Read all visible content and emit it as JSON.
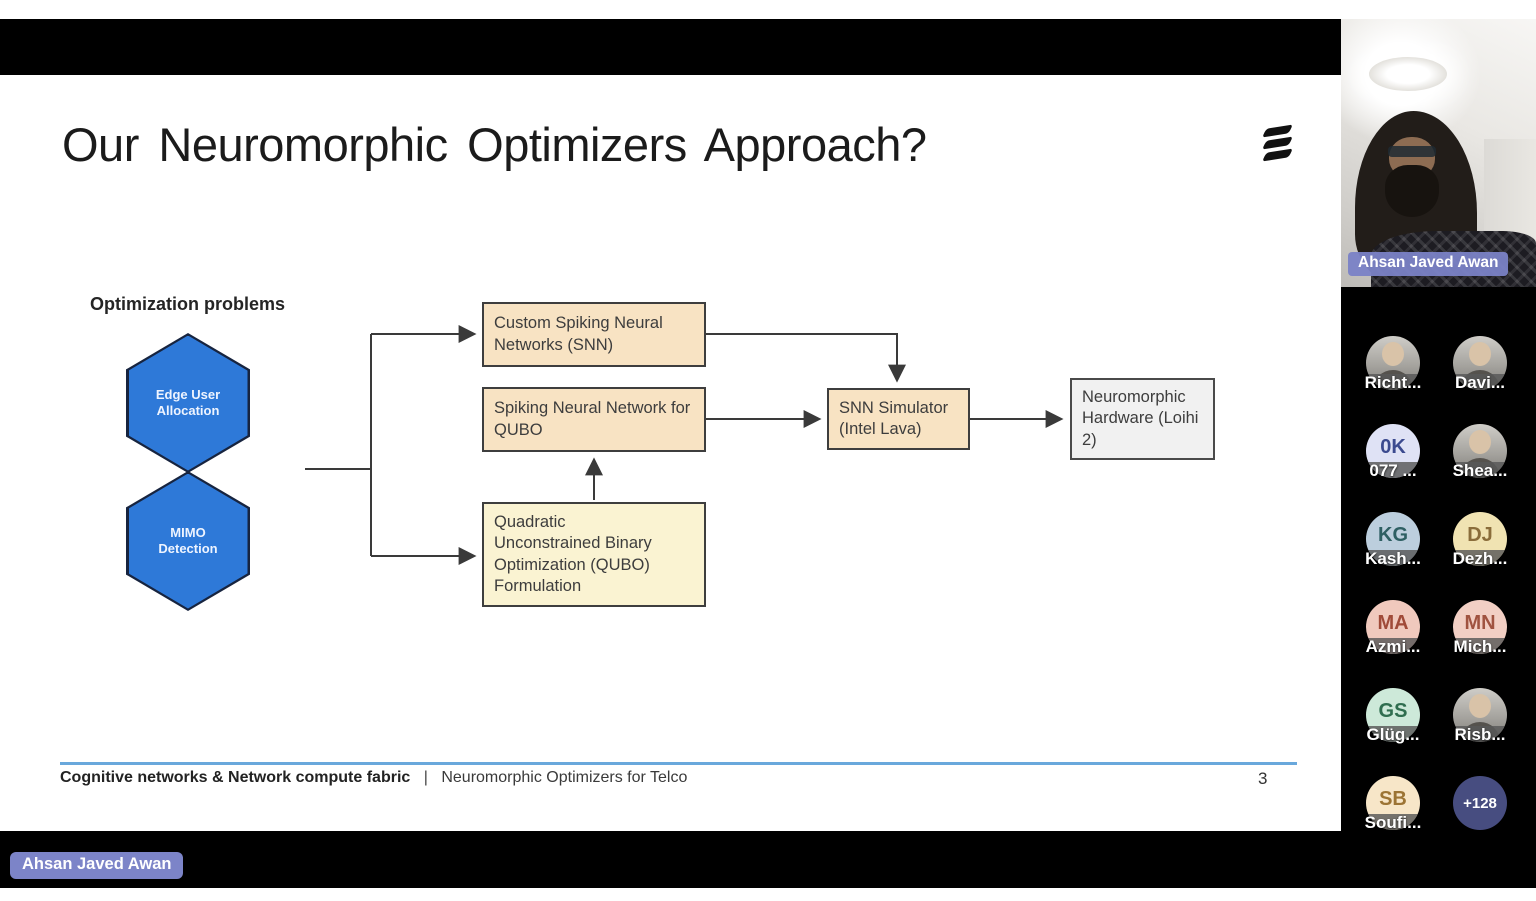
{
  "slide": {
    "title": "Our Neuromorphic Optimizers Approach?",
    "diagram": {
      "problems_label": "Optimization problems",
      "hexagons": [
        {
          "label": "Edge User\nAllocation"
        },
        {
          "label": "MIMO\nDetection"
        }
      ],
      "boxes": [
        {
          "id": "custom_snn",
          "label": "Custom Spiking Neural Networks (SNN)"
        },
        {
          "id": "snn_for_qubo",
          "label": "Spiking Neural Network for QUBO"
        },
        {
          "id": "qubo_formulation",
          "label": "Quadratic\nUnconstrained Binary\nOptimization (QUBO)\nFormulation"
        },
        {
          "id": "snn_simulator",
          "label": "SNN Simulator (Intel Lava)"
        },
        {
          "id": "neuromorphic_hardware",
          "label": "Neuromorphic Hardware (Loihi 2)"
        }
      ]
    },
    "footer": {
      "left_bold": "Cognitive networks & Network compute fabric",
      "separator": "|",
      "left_regular": "Neuromorphic Optimizers for Telco",
      "page_number": "3"
    }
  },
  "presenter_label": "Ahsan Javed Awan",
  "video_tile": {
    "name_label": "Ahsan Javed Awan"
  },
  "participants": [
    {
      "label": "Richt...",
      "type": "photo"
    },
    {
      "label": "Davi...",
      "type": "photo"
    },
    {
      "label": "077 ...",
      "type": "initials",
      "initials": "0K",
      "bg": "#dfe2f5",
      "fg": "#3b4a8f"
    },
    {
      "label": "Shea...",
      "type": "photo"
    },
    {
      "label": "Kash...",
      "type": "initials",
      "initials": "KG",
      "bg": "#bccedd",
      "fg": "#2e5f63"
    },
    {
      "label": "Dezh...",
      "type": "initials",
      "initials": "DJ",
      "bg": "#f0e3b2",
      "fg": "#8a6d3b"
    },
    {
      "label": "Azmi...",
      "type": "initials",
      "initials": "MA",
      "bg": "#f0c9bd",
      "fg": "#a04a38"
    },
    {
      "label": "Mich...",
      "type": "initials",
      "initials": "MN",
      "bg": "#f2cfc4",
      "fg": "#a05340"
    },
    {
      "label": "Glüg...",
      "type": "initials",
      "initials": "GS",
      "bg": "#cde9d9",
      "fg": "#2f6e4f"
    },
    {
      "label": "Risb...",
      "type": "photo"
    },
    {
      "label": "Soufi...",
      "type": "initials",
      "initials": "SB",
      "bg": "#f7e6c8",
      "fg": "#9c7434"
    },
    {
      "label": "",
      "type": "count",
      "count": "+128",
      "bg": "#474d80",
      "fg": "#ffffff"
    }
  ],
  "colors": {
    "hexagon_blue": "#2e79d8",
    "box_peach": "#f8e3c3",
    "box_yellow": "#faf3d2",
    "box_gray": "#f1f1f1",
    "footer_line_blue": "#69a8dc",
    "name_pill_purple": "#7c84c8",
    "overflow_badge_navy": "#474d80"
  }
}
